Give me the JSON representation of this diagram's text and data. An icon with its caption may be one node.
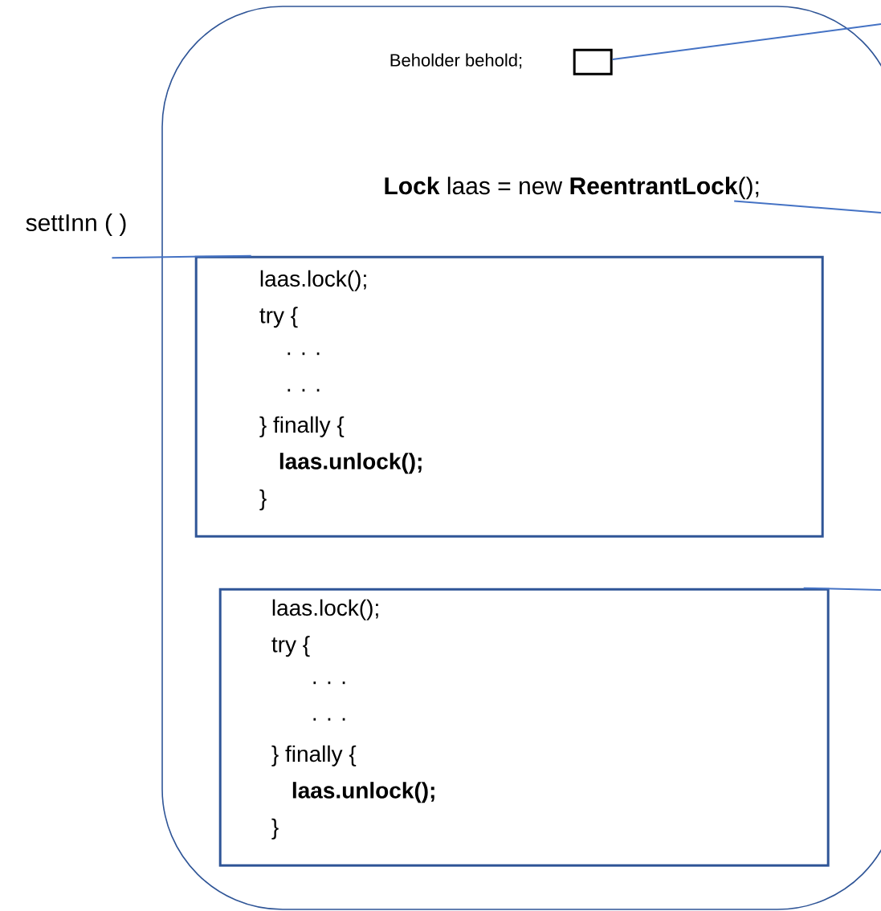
{
  "diagram": {
    "nodes": [
      {
        "text": [],
        "shape": "box"
      },
      {
        "text": [],
        "shape": "box",
        "in": 0
      },
      {
        "text": [
          "**Lock** laas = new **ReentrantLock**();"
        ],
        "in": 0
      },
      {
        "text": [
          "laas.lock();",
          "try {",
          ". . .",
          ". . .",
          "}  finally {",
          "**laas.unlock();**",
          "}"
        ],
        "in": 0
      },
      {
        "text": [
          "settInn ( )"
        ]
      },
      {
        "text": [
          "laas.lock();",
          "try {",
          ". . .",
          ". . .",
          "}  finally {",
          "**laas.unlock();**",
          "}"
        ],
        "in": 0
      }
    ],
    "edges": [
      {
        "from": 1,
        "to": null,
        "arrow": "none"
      },
      {
        "from": 2,
        "to": null,
        "arrow": "none"
      },
      {
        "from": 4,
        "to": 3,
        "arrow": "none"
      },
      {
        "from": 5,
        "to": null,
        "arrow": "none"
      }
    ],
    "labels": [
      "Beholder behold;"
    ]
  }
}
